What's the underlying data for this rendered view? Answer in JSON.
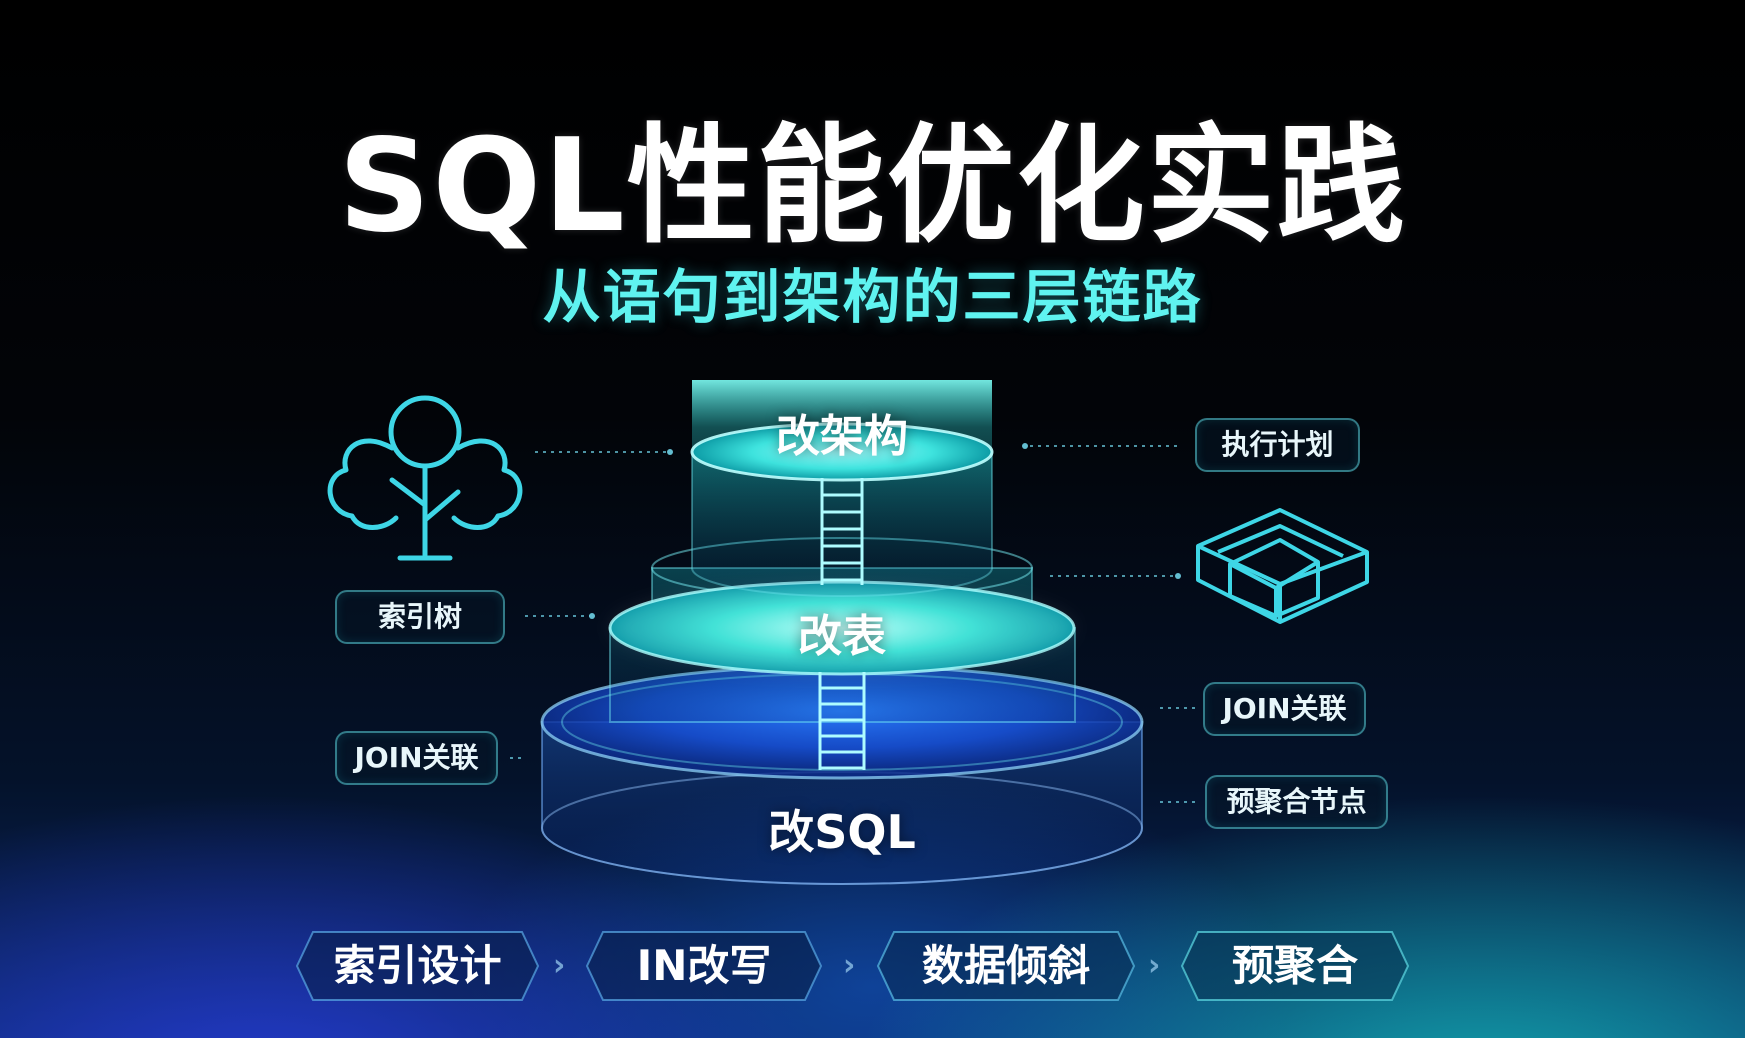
{
  "title": "SQL性能优化实践",
  "subtitle": "从语句到架构的三层链路",
  "layers": {
    "top": "改架构",
    "middle": "改表",
    "bottom": "改SQL"
  },
  "tags": {
    "execution_plan": "执行计划",
    "index_tree": "索引树",
    "join_left": "JOIN关联",
    "join_right": "JOIN关联",
    "pre_agg_node": "预聚合节点"
  },
  "steps": [
    {
      "label": "索引设计"
    },
    {
      "label": "IN改写"
    },
    {
      "label": "数据倾斜"
    },
    {
      "label": "预聚合"
    }
  ],
  "step_arrow": "›",
  "icons": {
    "tree": "tree-icon",
    "cube": "layered-cube-icon"
  },
  "colors": {
    "accent_cyan": "#5ff3f0",
    "deep_blue": "#1f3fd8",
    "teal": "#14c8be"
  }
}
